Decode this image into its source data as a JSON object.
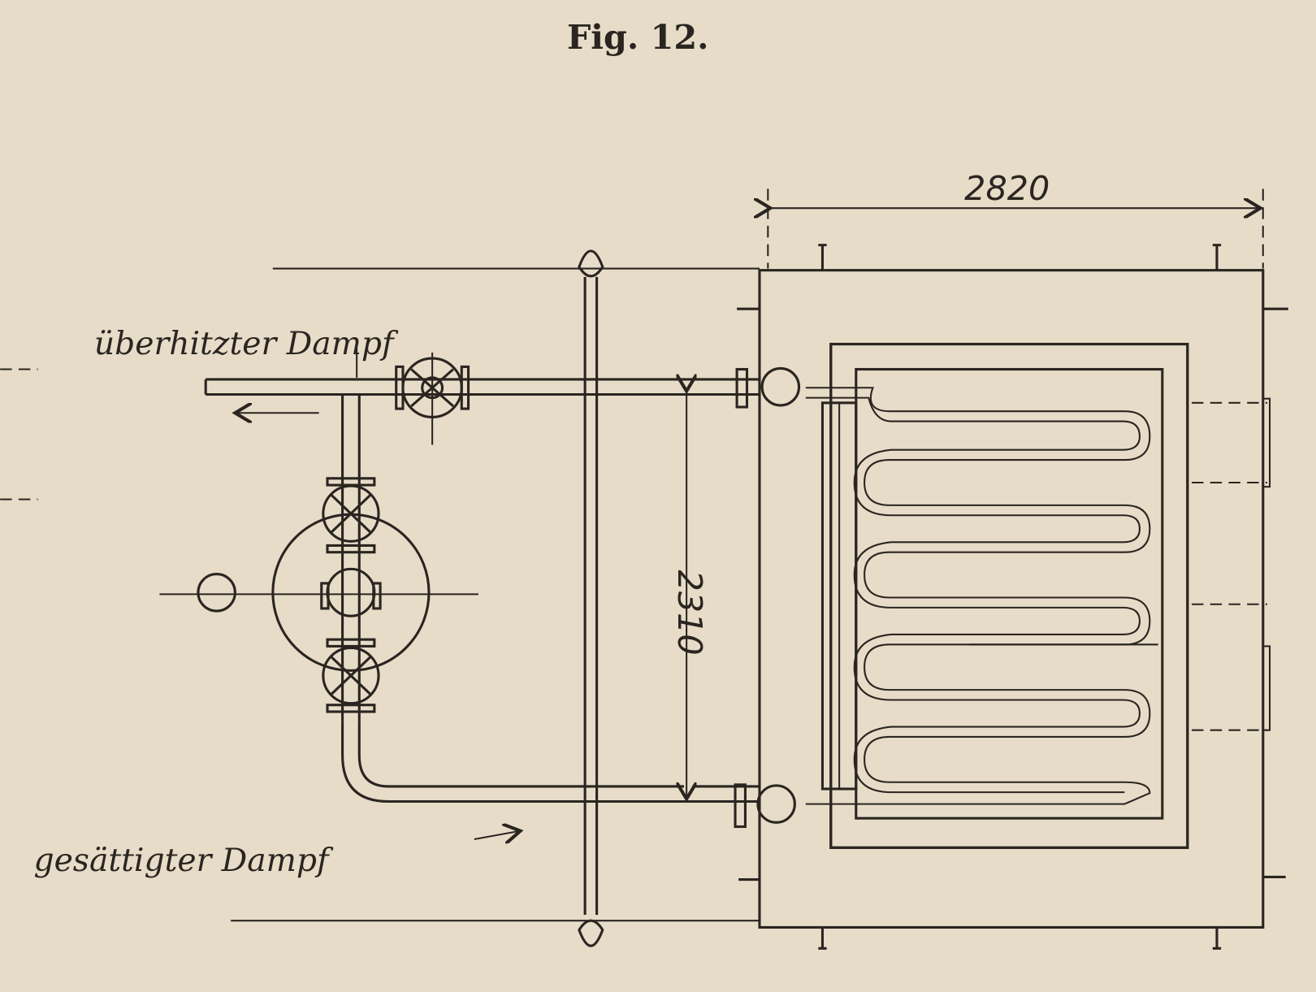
{
  "figure": {
    "title": "Fig. 12.",
    "labels": {
      "superheated_steam": "überhitzter Dampf",
      "saturated_steam": "gesättigter Dampf"
    },
    "dimensions": {
      "width": "2820",
      "height": "2310"
    },
    "colors": {
      "paper": "#e6dcc8",
      "ink": "#2a2520"
    }
  }
}
